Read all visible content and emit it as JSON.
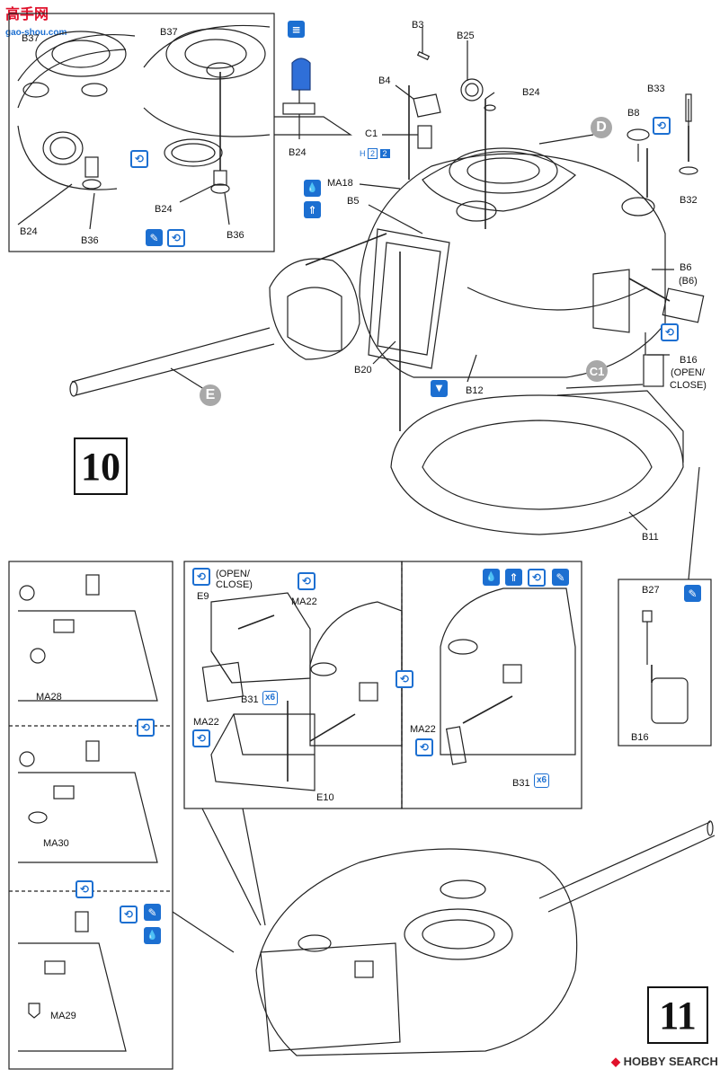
{
  "watermark": {
    "site_top": "高手网",
    "site_url": "gao-shou.com",
    "footer": "HOBBY SEARCH"
  },
  "steps": {
    "step10": "10",
    "step11": "11"
  },
  "step10": {
    "inset_labels": {
      "b37_left": "B37",
      "b37_right": "B37",
      "b24_icon": "B24",
      "b24_left": "B24",
      "b36_left": "B36",
      "b24_mid": "B24",
      "b36_mid": "B36"
    },
    "parts": {
      "b3": "B3",
      "b25": "B25",
      "b4": "B4",
      "b24": "B24",
      "c1": "C1",
      "ma18": "MA18",
      "b5": "B5",
      "b8": "B8",
      "b33": "B33",
      "b32": "B32",
      "b6": "B6",
      "b6_alt": "(B6)",
      "b16": "B16",
      "b16_note_1": "(OPEN/",
      "b16_note_2": "CLOSE)",
      "b20": "B20",
      "b12": "B12",
      "b11": "B11"
    },
    "paint_chip": {
      "h": "H",
      "code1": "2",
      "code2": "2"
    },
    "callouts": {
      "e": "E",
      "d": "D",
      "c1": "C1"
    }
  },
  "step11": {
    "left_column": {
      "ma28": "MA28",
      "ma30": "MA30",
      "ma29": "MA29"
    },
    "middle_panel": {
      "open_close_1": "(OPEN/",
      "open_close_2": "CLOSE)",
      "e9": "E9",
      "ma22_top": "MA22",
      "ma22_left": "MA22",
      "b31": "B31",
      "e10": "E10",
      "count": "x6"
    },
    "right_panel": {
      "ma22": "MA22",
      "b31": "B31",
      "count": "x6"
    },
    "far_right": {
      "b27": "B27",
      "b16": "B16"
    }
  },
  "icon_symbols": {
    "rotate": "⟲",
    "paint": "✎",
    "drop": "💧",
    "up": "⇑",
    "bar": "≡",
    "glue": "▼"
  },
  "colors": {
    "accent": "#1c6fd1",
    "callout_grey": "#a8a8a8",
    "line": "#222222"
  }
}
